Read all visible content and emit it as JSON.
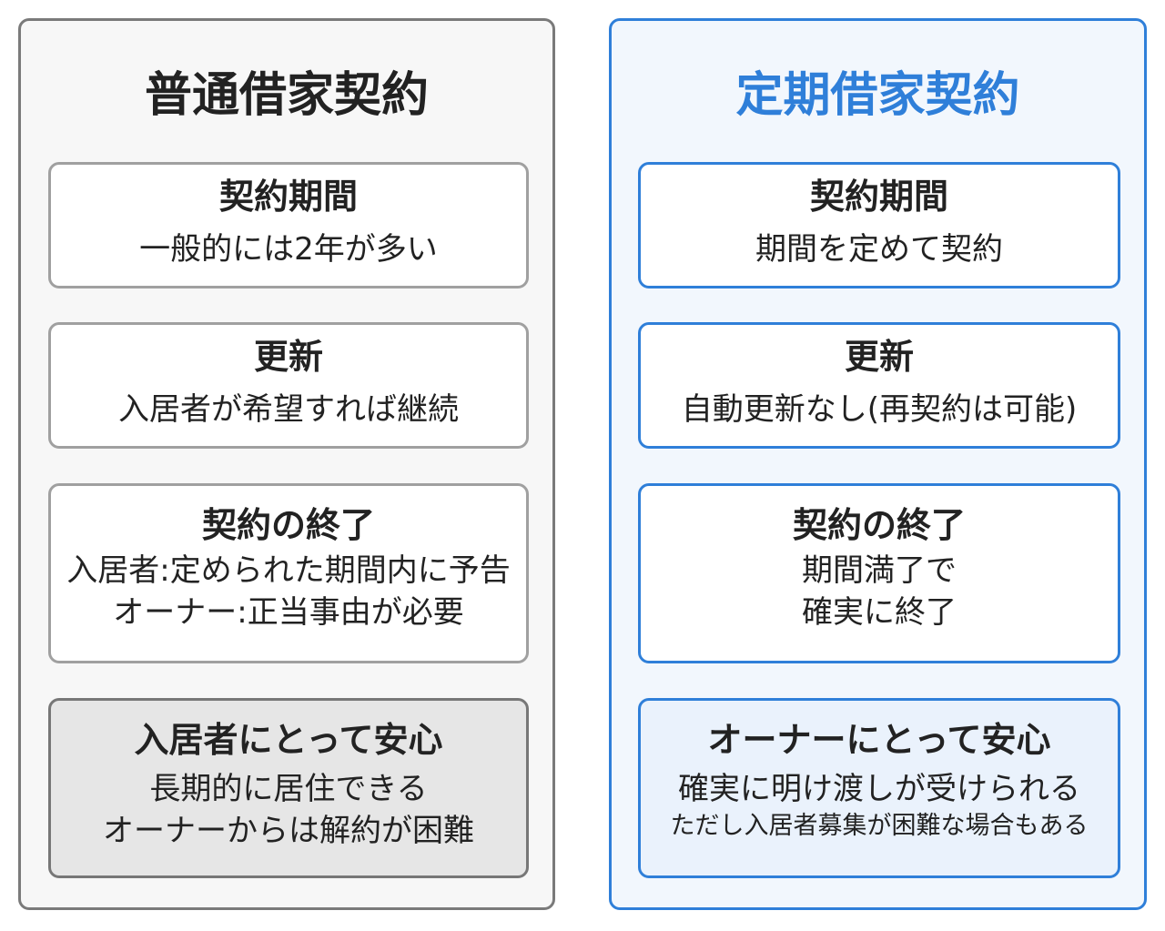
{
  "left": {
    "title": "普通借家契約",
    "cards": [
      {
        "title": "契約期間",
        "lines": [
          "一般的には2年が多い"
        ]
      },
      {
        "title": "更新",
        "lines": [
          "入居者が希望すれば継続"
        ]
      },
      {
        "title": "契約の終了",
        "lines": [
          "入居者:定められた期間内に予告",
          "オーナー:正当事由が必要"
        ]
      },
      {
        "title": "入居者にとって安心",
        "lines": [
          "長期的に居住できる",
          "オーナーからは解約が困難"
        ]
      }
    ]
  },
  "right": {
    "title": "定期借家契約",
    "cards": [
      {
        "title": "契約期間",
        "lines": [
          "期間を定めて契約"
        ]
      },
      {
        "title": "更新",
        "lines": [
          "自動更新なし(再契約は可能)"
        ]
      },
      {
        "title": "契約の終了",
        "lines": [
          "期間満了で",
          "確実に終了"
        ]
      },
      {
        "title": "オーナーにとって安心",
        "lines": [
          "確実に明け渡しが受けられる"
        ],
        "note": "ただし入居者募集が困難な場合もある"
      }
    ]
  },
  "colors": {
    "left_border": "#7a7a7a",
    "right_accent": "#2f7fd9",
    "left_highlight_bg": "#e6e6e6",
    "right_highlight_bg": "#eaf2fc"
  }
}
